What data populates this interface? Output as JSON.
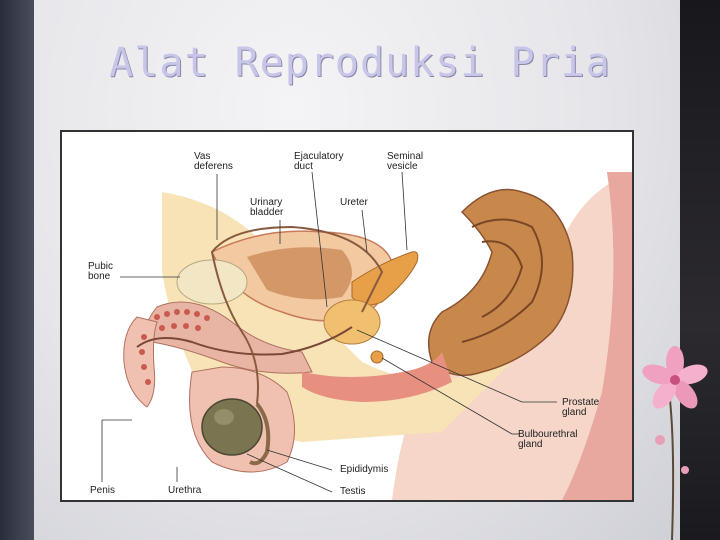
{
  "slide": {
    "title": "Alat Reproduksi Pria"
  },
  "diagram": {
    "labels": {
      "vas_deferens": [
        "Vas",
        "deferens"
      ],
      "ejaculatory_duct": [
        "Ejaculatory",
        "duct"
      ],
      "seminal_vesicle": [
        "Seminal",
        "vesicle"
      ],
      "urinary_bladder": [
        "Urinary",
        "bladder"
      ],
      "ureter": [
        "Ureter"
      ],
      "pubic_bone": [
        "Pubic",
        "bone"
      ],
      "prostate_gland": [
        "Prostate",
        "gland"
      ],
      "bulbourethral_gland": [
        "Bulbourethral",
        "gland"
      ],
      "epididymis": [
        "Epididymis"
      ],
      "penis": [
        "Penis"
      ],
      "urethra": [
        "Urethra"
      ],
      "testis": [
        "Testis"
      ]
    }
  },
  "colors": {
    "title": "#c8c6e8",
    "tissue_pink": "#f0b8a8",
    "muscle_red": "#c85a50",
    "bone_cream": "#f2e6c4",
    "testis_olive": "#7a7450",
    "gland_orange": "#e8a048"
  }
}
